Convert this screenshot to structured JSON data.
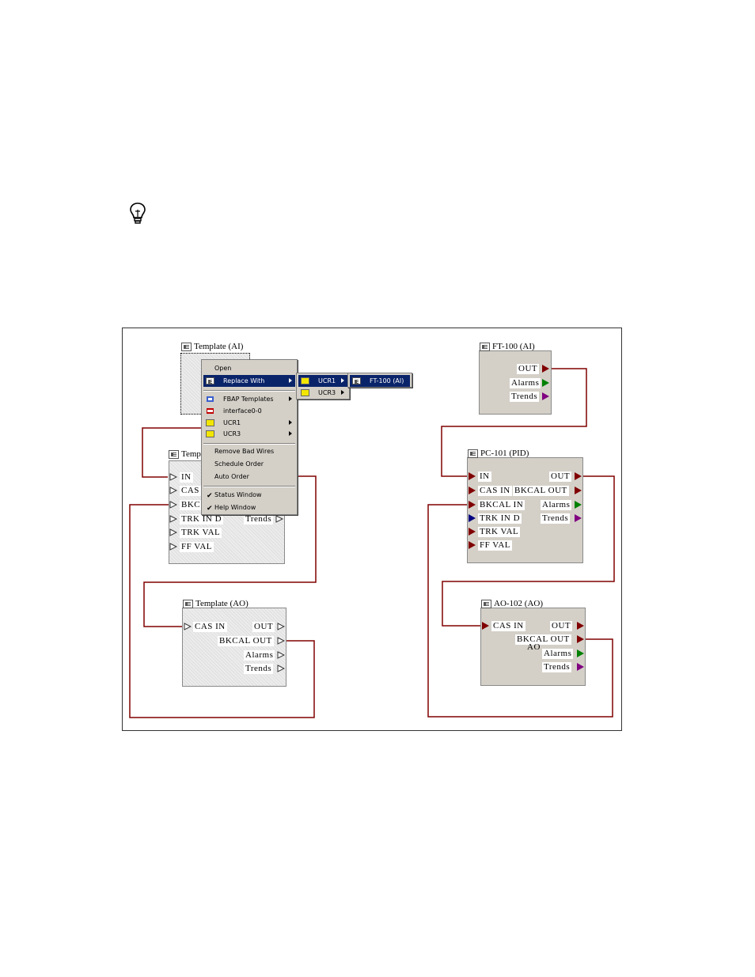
{
  "icons": {
    "tip": "lightbulb-icon"
  },
  "colors": {
    "wire": "#800000",
    "menu_highlight": "#0a246a",
    "block_bg": "#d4d0c8",
    "alarms": "#008000",
    "trends": "#800080",
    "trk": "#000080"
  },
  "template_ai": {
    "title": "Template (AI)"
  },
  "template_pid": {
    "title": "Temp",
    "params": {
      "in": "IN",
      "cas_in": "CAS",
      "bkcal_in": "BKC",
      "trk_in_d": "TRK IN D",
      "trk_val": "TRK VAL",
      "ff_val": "FF VAL",
      "trends": "Trends"
    }
  },
  "template_ao": {
    "title": "Template (AO)",
    "params": {
      "cas_in": "CAS IN",
      "out": "OUT",
      "bkcal_out": "BKCAL OUT",
      "alarms": "Alarms",
      "trends": "Trends"
    }
  },
  "ft100": {
    "title": "FT-100 (AI)",
    "params": {
      "out": "OUT",
      "alarms": "Alarms",
      "trends": "Trends"
    }
  },
  "pc101": {
    "title": "PC-101 (PID)",
    "params": {
      "in": "IN",
      "cas_in": "CAS IN",
      "bkcal_out": "BKCAL OUT",
      "out": "OUT",
      "bkcal_in": "BKCAL IN",
      "alarms": "Alarms",
      "trk_in_d": "TRK IN D",
      "trends": "Trends",
      "trk_val": "TRK VAL",
      "ff_val": "FF VAL"
    }
  },
  "ao102": {
    "title": "AO-102 (AO)",
    "params": {
      "cas_in": "CAS IN",
      "out": "OUT",
      "bkcal_out": "BKCAL OUT",
      "alarms": "Alarms",
      "trends": "Trends",
      "ao": "AO"
    }
  },
  "context_menu": {
    "open": "Open",
    "replace_with": "Replace With",
    "fbap_templates": "FBAP Templates",
    "interface": "interface0-0",
    "ucr1": "UCR1",
    "ucr3": "UCR3",
    "remove_bad_wires": "Remove Bad Wires",
    "schedule_order": "Schedule Order",
    "auto_order": "Auto Order",
    "status_window": "Status Window",
    "help_window": "Help Window"
  },
  "submenu": {
    "ucr1": "UCR1",
    "ucr3": "UCR3"
  },
  "submenu2": {
    "ft100": "FT-100 (AI)"
  }
}
